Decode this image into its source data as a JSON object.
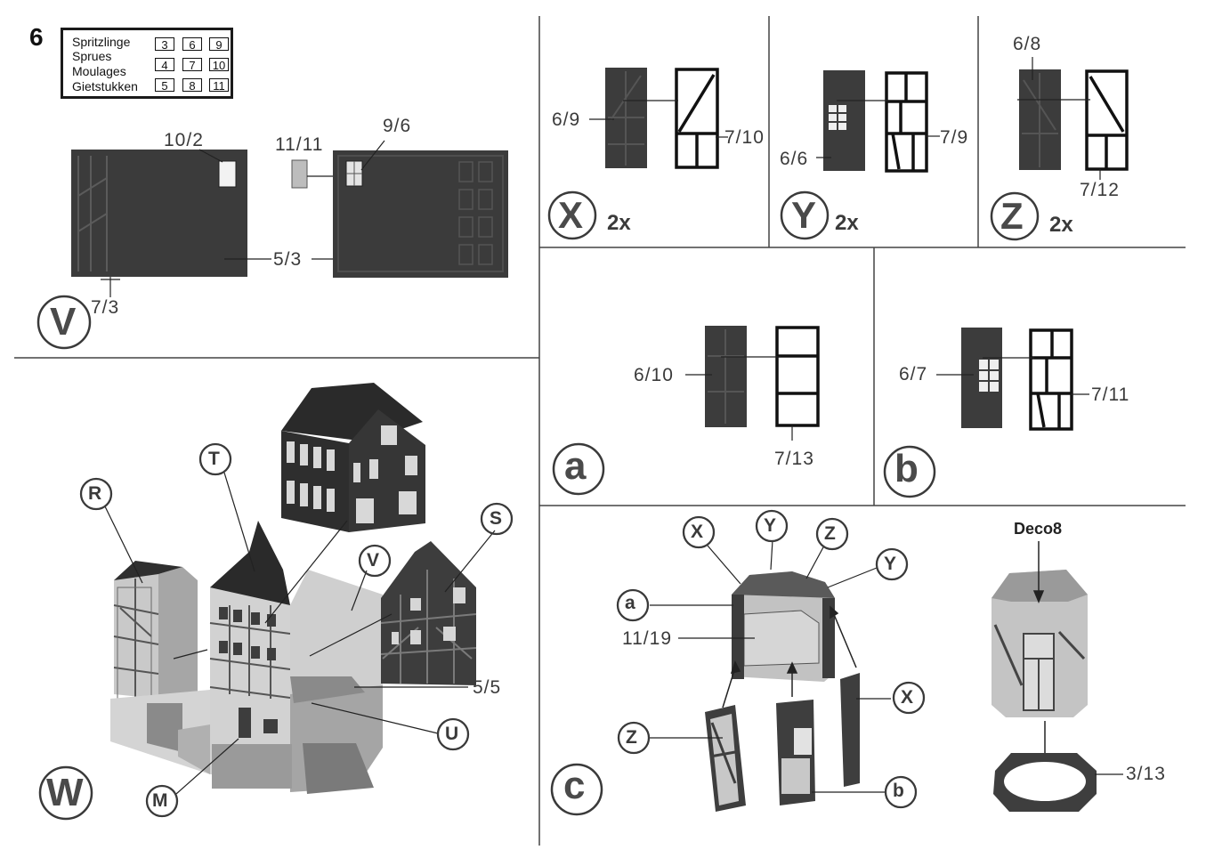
{
  "step_number": "6",
  "sprue_legend": {
    "names": [
      "Spritzlinge",
      "Sprues",
      "Moulages",
      "Gietstukken"
    ],
    "rows": [
      [
        "3",
        "6",
        "9"
      ],
      [
        "4",
        "7",
        "10"
      ],
      [
        "5",
        "8",
        "11"
      ]
    ]
  },
  "panel_V": {
    "letter": "V",
    "labels": {
      "p10_2": "10/2",
      "p11_11": "11/11",
      "p9_6": "9/6",
      "p5_3": "5/3",
      "p7_3": "7/3"
    }
  },
  "panel_X": {
    "letter": "X",
    "count": "2x",
    "labels": {
      "p6_9": "6/9",
      "p7_10": "7/10"
    }
  },
  "panel_Y": {
    "letter": "Y",
    "count": "2x",
    "labels": {
      "p6_6": "6/6",
      "p7_9": "7/9"
    }
  },
  "panel_Z": {
    "letter": "Z",
    "count": "2x",
    "labels": {
      "p6_8": "6/8",
      "p7_12": "7/12"
    }
  },
  "panel_a": {
    "letter": "a",
    "labels": {
      "p6_10": "6/10",
      "p7_13": "7/13"
    }
  },
  "panel_b": {
    "letter": "b",
    "labels": {
      "p6_7": "6/7",
      "p7_11": "7/11"
    }
  },
  "panel_W": {
    "letter": "W",
    "labels": {
      "R": "R",
      "T": "T",
      "V": "V",
      "S": "S",
      "U": "U",
      "M": "M",
      "p5_5": "5/5"
    }
  },
  "panel_c": {
    "letter": "c",
    "labels": {
      "X1": "X",
      "Y1": "Y",
      "Z1": "Z",
      "Y2": "Y",
      "a": "a",
      "p11_19": "11/19",
      "Z2": "Z",
      "X2": "X",
      "b": "b",
      "deco": "Deco8",
      "p3_13": "3/13"
    }
  },
  "colors": {
    "ink": "#2b2b2b",
    "plate": "#3a3a3a",
    "window": "#e8e8e8",
    "wall_light": "#c8c8c8",
    "timber": "#5a5a5a"
  }
}
